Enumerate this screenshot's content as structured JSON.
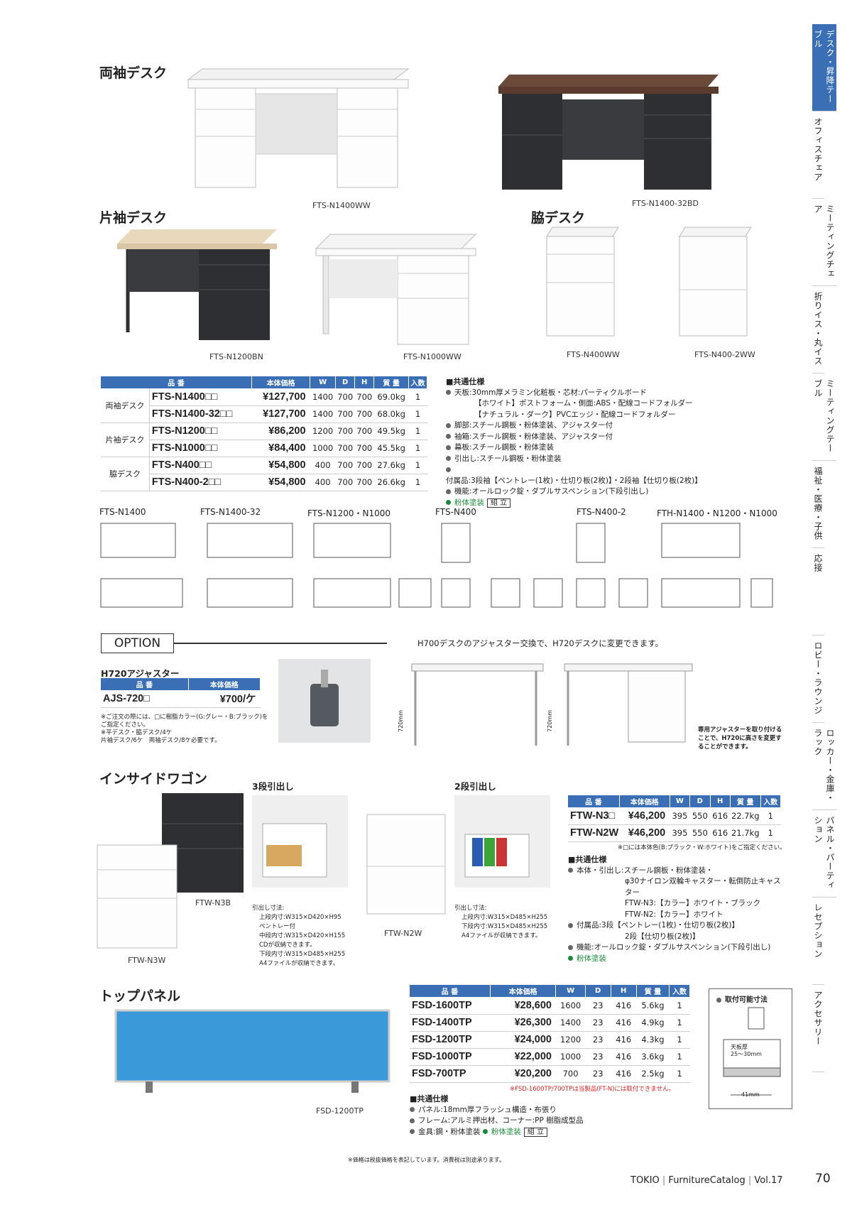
{
  "sidebar": [
    {
      "label": "デスク・昇降テーブル",
      "active": true
    },
    {
      "label": "オフィスチェア"
    },
    {
      "label": "ミーティングチェア"
    },
    {
      "label": "折りイス・丸イス"
    },
    {
      "label": "ミーティングテーブル"
    },
    {
      "label": "福祉・医療・子供"
    },
    {
      "label": "応接"
    },
    {
      "label": "ロビー・ラウンジ"
    },
    {
      "label": "ロッカー・金庫・ラック"
    },
    {
      "label": "パネル・パーティション"
    },
    {
      "label": "レセプション"
    },
    {
      "label": "アクセサリー"
    }
  ],
  "headings": {
    "ryosode": "両袖デスク",
    "katasode": "片袖デスク",
    "waki": "脇デスク",
    "wagon": "インサイドワゴン",
    "panel": "トップパネル",
    "option": "OPTION",
    "adjuster": "H720アジャスター",
    "three_drawer": "3段引出し",
    "two_drawer": "2段引出し"
  },
  "captions": {
    "n1400ww": "FTS-N1400WW",
    "n1400_32bd": "FTS-N1400-32BD",
    "n1200bn": "FTS-N1200BN",
    "n1000ww": "FTS-N1000WW",
    "n400ww": "FTS-N400WW",
    "n400_2ww": "FTS-N400-2WW",
    "ftw_n3b": "FTW-N3B",
    "ftw_n3w": "FTW-N3W",
    "ftw_n2w": "FTW-N2W",
    "fsd1200": "FSD-1200TP"
  },
  "desk_table": {
    "headers": [
      "品 番",
      "本体価格",
      "W",
      "D",
      "H",
      "質 量",
      "入数"
    ],
    "groups": [
      {
        "cat": "両袖デスク",
        "rows": [
          [
            "FTS-N1400□□",
            "¥127,700",
            "1400",
            "700",
            "700",
            "69.0kg",
            "1"
          ],
          [
            "FTS-N1400-32□□",
            "¥127,700",
            "1400",
            "700",
            "700",
            "68.0kg",
            "1"
          ]
        ]
      },
      {
        "cat": "片袖デスク",
        "rows": [
          [
            "FTS-N1200□□",
            "¥86,200",
            "1200",
            "700",
            "700",
            "49.5kg",
            "1"
          ],
          [
            "FTS-N1000□□",
            "¥84,400",
            "1000",
            "700",
            "700",
            "45.5kg",
            "1"
          ]
        ]
      },
      {
        "cat": "脇デスク",
        "rows": [
          [
            "FTS-N400□□",
            "¥54,800",
            "400",
            "700",
            "700",
            "27.6kg",
            "1"
          ],
          [
            "FTS-N400-2□□",
            "¥54,800",
            "400",
            "700",
            "700",
            "26.6kg",
            "1"
          ]
        ]
      }
    ]
  },
  "desk_spec": {
    "title": "■共通仕様",
    "lines": [
      "天板:30mm厚メラミン化粧板・芯材:パーティクルボード",
      "【ホワイト】ポストフォーム・側面:ABS・配線コードフォルダー",
      "【ナチュラル・ダーク】PVCエッジ・配線コードフォルダー",
      "脚部:スチール鋼板・粉体塗装、アジャスター付",
      "袖箱:スチール鋼板・粉体塗装、アジャスター付",
      "幕板:スチール鋼板・粉体塗装",
      "引出し:スチール鋼板・粉体塗装",
      "付属品:3段袖【ペントレー(1枚)・仕切り板(2枚)】・2段袖【仕切り板(2枚)】",
      "機能:オールロック錠・ダブルサスペンション(下段引出し)"
    ],
    "powder": "粉体塗装",
    "assembly": "組 立"
  },
  "diagram_labels": [
    "FTS-N1400",
    "FTS-N1400-32",
    "FTS-N1200・N1000",
    "FTS-N400",
    "FTS-N400-2",
    "FTH-N1400・N1200・N1000"
  ],
  "option": {
    "note_top": "H700デスクのアジャスター交換で、H720デスクに変更できます。",
    "headers": [
      "品 番",
      "本体価格"
    ],
    "row": [
      "AJS-720□",
      "¥700/ケ"
    ],
    "notes": [
      "※ご注文の際には、□に樹脂カラー(G:グレー・B:ブラック)をご指定ください。",
      "※平デスク・脇デスク/4ケ",
      "片袖デスク/6ケ　両袖デスク/8ケ必要です。"
    ],
    "side_note": "専用アジャスターを取り付けることで、H720に高さを変更することができます。",
    "h720": "720mm"
  },
  "wagon": {
    "three_notes": [
      "引出し寸法:",
      "上段内寸:W315×D420×H95",
      "ペントレー付",
      "中段内寸:W315×D420×H155",
      "CDが収納できます。",
      "下段内寸:W315×D485×H255",
      "A4ファイルが収納できます。"
    ],
    "two_notes": [
      "引出し寸法:",
      "上段内寸:W315×D485×H255",
      "下段内寸:W315×D485×H255",
      "A4ファイルが収納できます。"
    ],
    "headers": [
      "品 番",
      "本体価格",
      "W",
      "D",
      "H",
      "質 量",
      "入数"
    ],
    "rows": [
      [
        "FTW-N3□",
        "¥46,200",
        "395",
        "550",
        "616",
        "22.7kg",
        "1"
      ],
      [
        "FTW-N2W",
        "¥46,200",
        "395",
        "550",
        "616",
        "21.7kg",
        "1"
      ]
    ],
    "note": "※□には本体色(B:ブラック・W:ホワイト)をご指定ください。",
    "spec_title": "■共通仕様",
    "spec": [
      "本体・引出し:スチール鋼板・粉体塗装・",
      "φ30ナイロン双輪キャスター・転倒防止キャスター",
      "FTW-N3:【カラー】ホワイト・ブラック",
      "FTW-N2:【カラー】ホワイト",
      "付属品:3段【ペントレー(1枚)・仕切り板(2枚)】",
      "2段【仕切り板(2枚)】",
      "機能:オールロック錠・ダブルサスペンション(下段引出し)"
    ],
    "powder": "粉体塗装"
  },
  "panel": {
    "headers": [
      "品 番",
      "本体価格",
      "W",
      "D",
      "H",
      "質 量",
      "入数"
    ],
    "rows": [
      [
        "FSD-1600TP",
        "¥28,600",
        "1600",
        "23",
        "416",
        "5.6kg",
        "1"
      ],
      [
        "FSD-1400TP",
        "¥26,300",
        "1400",
        "23",
        "416",
        "4.9kg",
        "1"
      ],
      [
        "FSD-1200TP",
        "¥24,000",
        "1200",
        "23",
        "416",
        "4.3kg",
        "1"
      ],
      [
        "FSD-1000TP",
        "¥22,000",
        "1000",
        "23",
        "416",
        "3.6kg",
        "1"
      ],
      [
        "FSD-700TP",
        "¥20,200",
        "700",
        "23",
        "416",
        "2.5kg",
        "1"
      ]
    ],
    "note": "※FSD-1600TP/700TPは当製品(FT-N)には取付できません。",
    "spec_title": "■共通仕様",
    "spec": [
      "パネル:18mm厚フラッシュ構造・布張り",
      "フレーム:アルミ押出材、コーナー:PP 樹脂成型品",
      "金具:鋼・粉体塗装"
    ],
    "powder": "粉体塗装",
    "assembly": "組 立",
    "mount_title": "取付可能寸法",
    "mount_thickness": "天板厚\n25〜30mm",
    "mount_width": "41mm",
    "panel_color": "#3a9ad9"
  },
  "footer": {
    "tax_note": "※価格は税抜価格を表記しています。消費税は別途承ります。",
    "brand": "TOKIO",
    "catalog": "FurnitureCatalog",
    "vol": "Vol.17",
    "page": "70"
  }
}
